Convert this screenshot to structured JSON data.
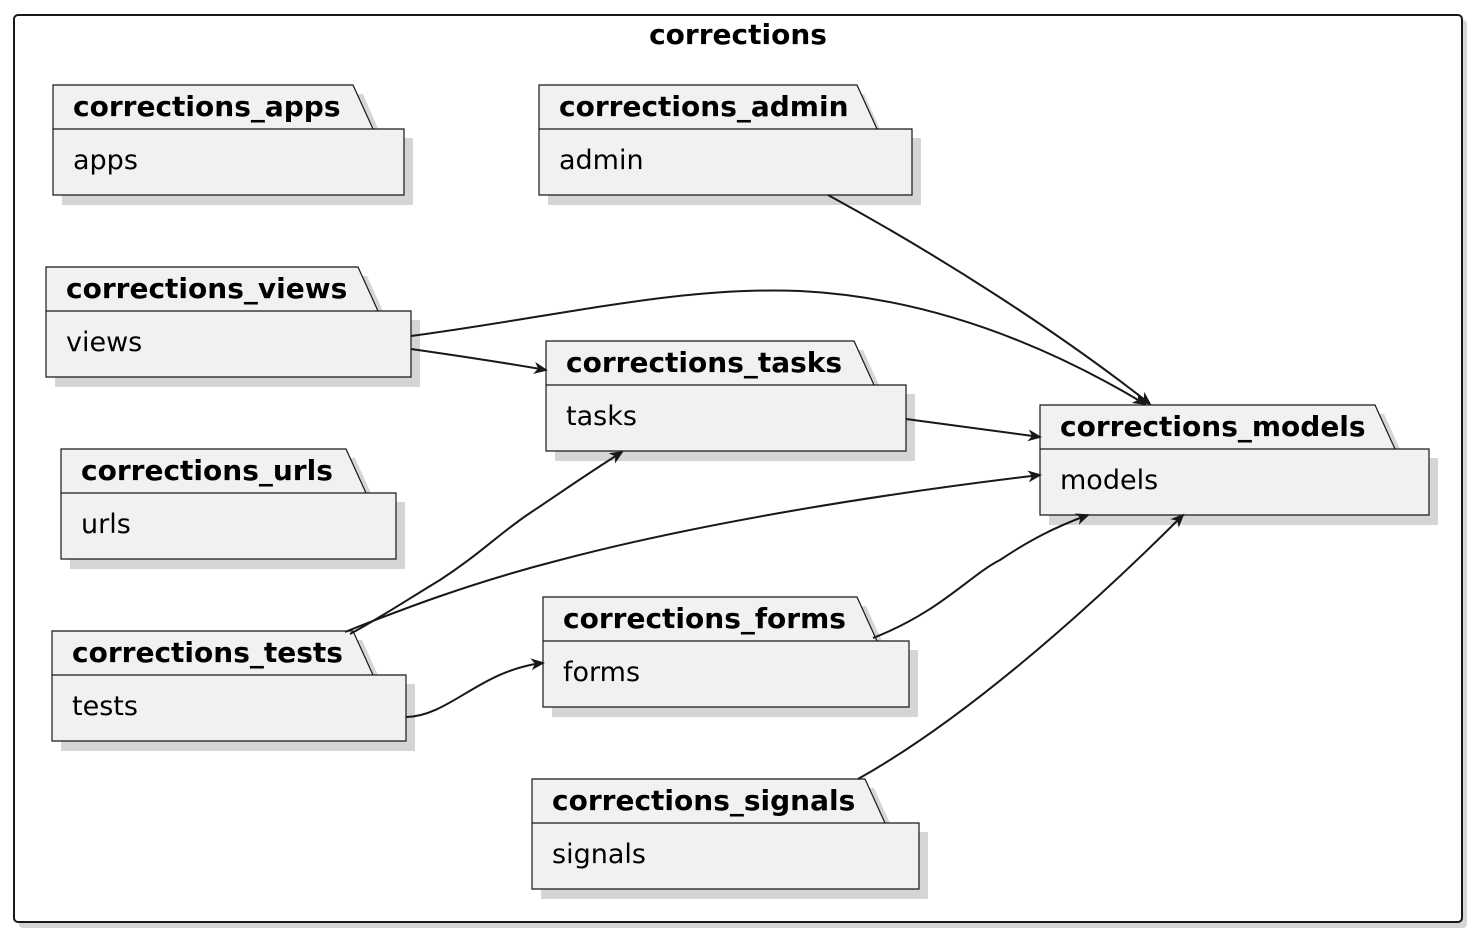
{
  "diagram": {
    "frame_title": "corrections",
    "colors": {
      "fill": "#f1f1f1",
      "stroke": "#181818",
      "shadow": "#d5d5d5"
    },
    "packages": {
      "apps": {
        "title": "corrections_apps",
        "body": "apps"
      },
      "admin": {
        "title": "corrections_admin",
        "body": "admin"
      },
      "views": {
        "title": "corrections_views",
        "body": "views"
      },
      "tasks": {
        "title": "corrections_tasks",
        "body": "tasks"
      },
      "urls": {
        "title": "corrections_urls",
        "body": "urls"
      },
      "models": {
        "title": "corrections_models",
        "body": "models"
      },
      "tests": {
        "title": "corrections_tests",
        "body": "tests"
      },
      "forms": {
        "title": "corrections_forms",
        "body": "forms"
      },
      "signals": {
        "title": "corrections_signals",
        "body": "signals"
      }
    },
    "dependencies": [
      {
        "from": "corrections_admin",
        "to": "corrections_models"
      },
      {
        "from": "corrections_views",
        "to": "corrections_models"
      },
      {
        "from": "corrections_views",
        "to": "corrections_tasks"
      },
      {
        "from": "corrections_tasks",
        "to": "corrections_models"
      },
      {
        "from": "corrections_tests",
        "to": "corrections_tasks"
      },
      {
        "from": "corrections_tests",
        "to": "corrections_models"
      },
      {
        "from": "corrections_tests",
        "to": "corrections_forms"
      },
      {
        "from": "corrections_forms",
        "to": "corrections_models"
      },
      {
        "from": "corrections_signals",
        "to": "corrections_models"
      }
    ]
  }
}
